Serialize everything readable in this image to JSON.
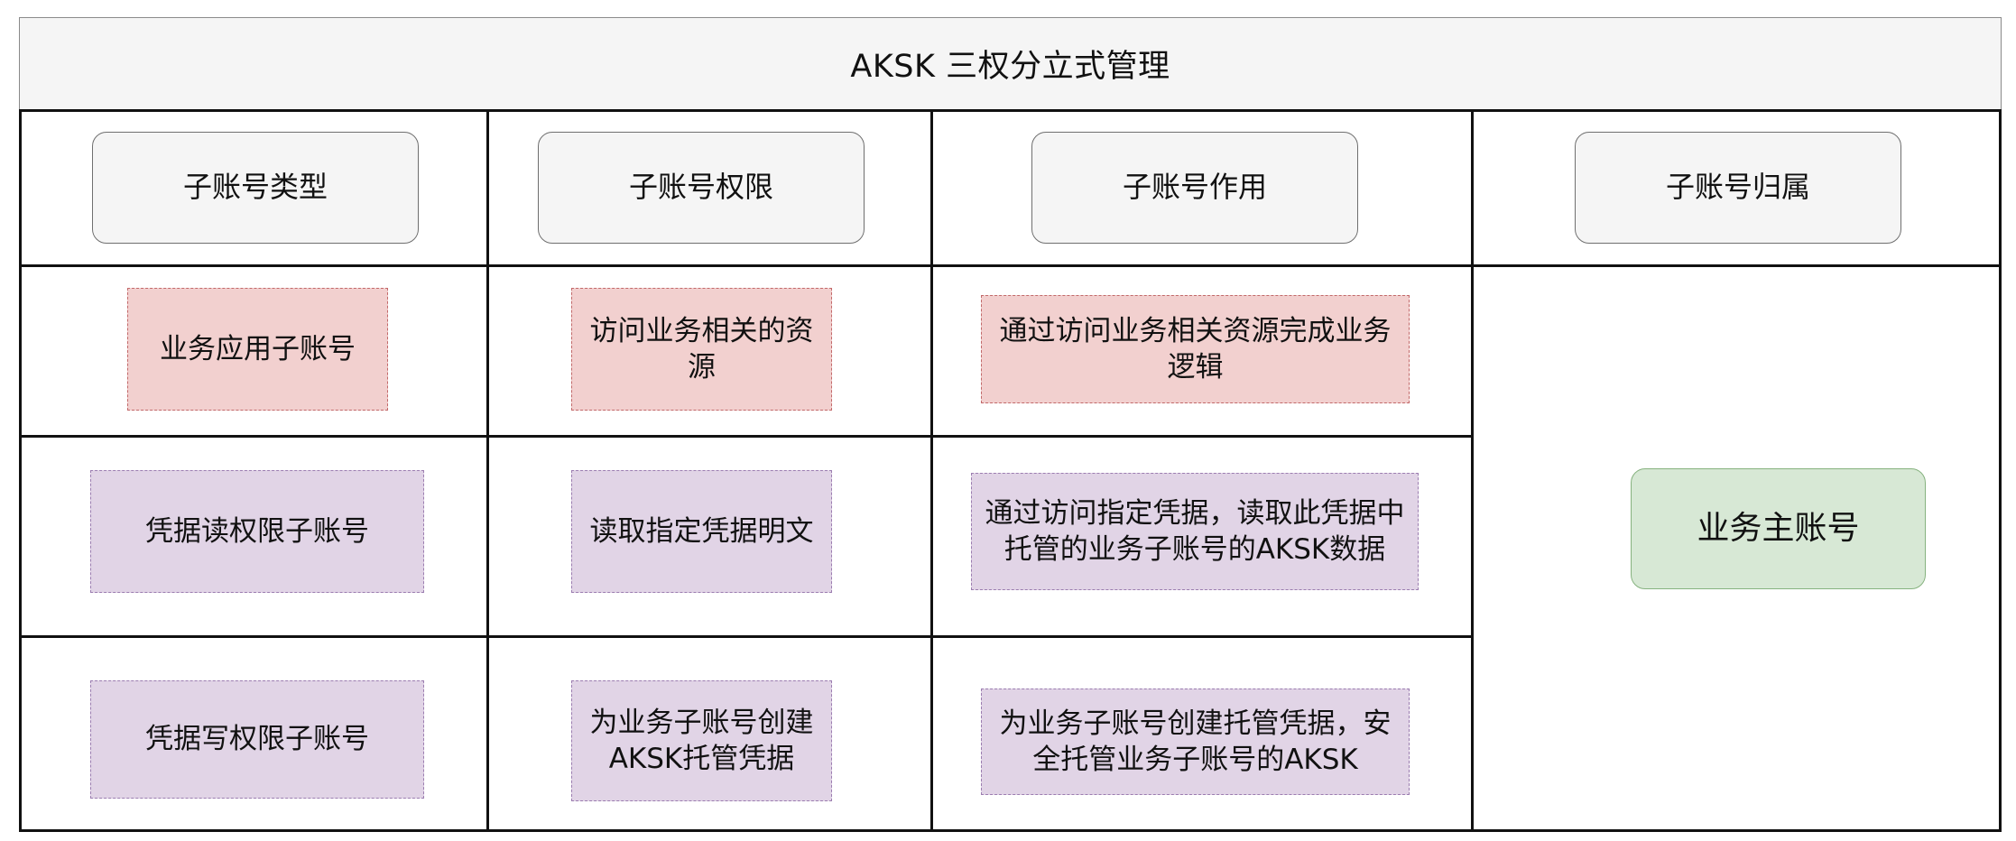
{
  "title": "AKSK 三权分立式管理",
  "columns": {
    "type": "子账号类型",
    "permission": "子账号权限",
    "purpose": "子账号作用",
    "owner": "子账号归属"
  },
  "rows": [
    {
      "type": "业务应用子账号",
      "permission": "访问业务相关的资源",
      "purpose": "通过访问业务相关资源完成业务逻辑"
    },
    {
      "type": "凭据读权限子账号",
      "permission": "读取指定凭据明文",
      "purpose": "通过访问指定凭据，读取此凭据中托管的业务子账号的AKSK数据"
    },
    {
      "type": "凭据写权限子账号",
      "permission": "为业务子账号创建AKSK托管凭据",
      "purpose": "为业务子账号创建托管凭据，安全托管业务子账号的AKSK"
    }
  ],
  "owner": "业务主账号",
  "colors": {
    "header_fill": "#f5f5f5",
    "pink_fill": "#f2d0cf",
    "pink_border": "#c2696a",
    "purple_fill": "#e1d4e6",
    "purple_border": "#9b7db0",
    "green_fill": "#d7e8d5",
    "green_border": "#86b27f"
  }
}
